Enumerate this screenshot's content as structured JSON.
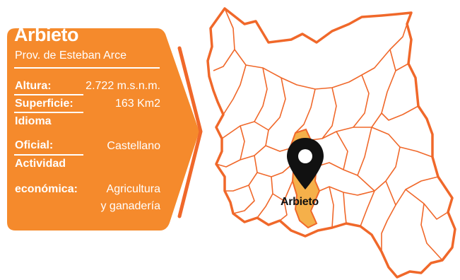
{
  "card": {
    "name": "Arbieto",
    "province": "Prov. de Esteban Arce",
    "rows": [
      {
        "label": "Altura:",
        "value": "2.722 m.s.n.m."
      },
      {
        "label": "Superficie:",
        "value": "163 Km2"
      },
      {
        "label_line1": "Idioma",
        "label_line2": "Oficial:",
        "value": "Castellano"
      },
      {
        "label_line1": "Actividad",
        "label_line2": "económica:",
        "value_line1": "Agricultura",
        "value_line2": "y ganadería"
      }
    ]
  },
  "map": {
    "marker_label": "Arbieto",
    "outline_color": "#f0682a",
    "highlight_color": "#f5b04a",
    "pin_color": "#111111"
  },
  "colors": {
    "card_bg": "#f58a2c",
    "card_text": "#ffffff",
    "chevron": "#f0682a"
  }
}
